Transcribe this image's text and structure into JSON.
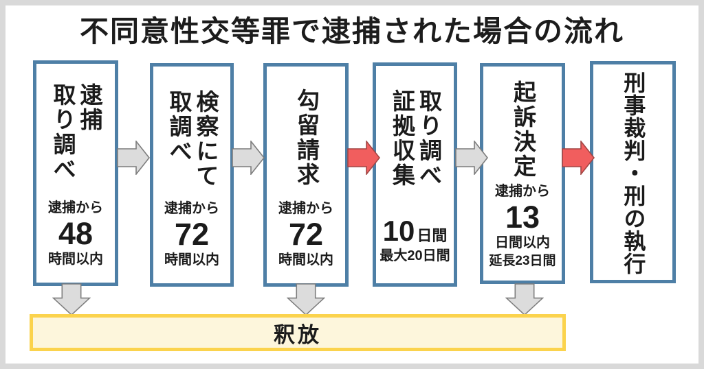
{
  "page": {
    "title": "不同意性交等罪で逮捕された場合の流れ"
  },
  "colors": {
    "background": "#d9d9d9",
    "card": "#ffffff",
    "box_border": "#4e7fa6",
    "arrow_gray_fill": "#dcdcdc",
    "arrow_gray_stroke": "#7d7d7d",
    "arrow_red_fill": "#f15e5e",
    "arrow_red_stroke": "#a34745",
    "release_border": "#fbd34d",
    "release_fill": "#fdf6dc",
    "text": "#1b1b1b"
  },
  "steps": [
    {
      "name": "arrest-interrogation",
      "title_cols": [
        "逮捕",
        "取り調べ"
      ],
      "note_pre": "逮捕から",
      "note_big": "48",
      "note_post": "時間以内"
    },
    {
      "name": "prosecutor-interrogation",
      "title_cols": [
        "検察にて",
        "取調べ"
      ],
      "note_pre": "逮捕から",
      "note_big": "72",
      "note_post": "時間以内"
    },
    {
      "name": "detention-request",
      "title_cols": [
        "勾留請求"
      ],
      "note_pre": "逮捕から",
      "note_big": "72",
      "note_post": "時間以内"
    },
    {
      "name": "investigation-evidence",
      "title_cols": [
        "取り調べ",
        "証拠収集"
      ],
      "note_big": "10",
      "note_big_suffix": "日間",
      "note_post": "最大20日間"
    },
    {
      "name": "indictment-decision",
      "title_cols": [
        "起訴決定"
      ],
      "note_pre": "逮捕から",
      "note_big": "13",
      "note_post": "日間以内",
      "note_post2": "延長23日間"
    },
    {
      "name": "criminal-trial",
      "title_cols": [
        "刑事裁判・刑の執行"
      ]
    }
  ],
  "release": {
    "label": "釈放"
  },
  "arrows": {
    "horizontal": [
      {
        "from": "arrest-interrogation",
        "to": "prosecutor-interrogation",
        "color": "gray"
      },
      {
        "from": "prosecutor-interrogation",
        "to": "detention-request",
        "color": "gray"
      },
      {
        "from": "detention-request",
        "to": "investigation-evidence",
        "color": "red"
      },
      {
        "from": "investigation-evidence",
        "to": "indictment-decision",
        "color": "gray"
      },
      {
        "from": "indictment-decision",
        "to": "criminal-trial",
        "color": "red"
      }
    ],
    "vertical_to_release": [
      "arrest-interrogation",
      "detention-request",
      "indictment-decision"
    ]
  }
}
